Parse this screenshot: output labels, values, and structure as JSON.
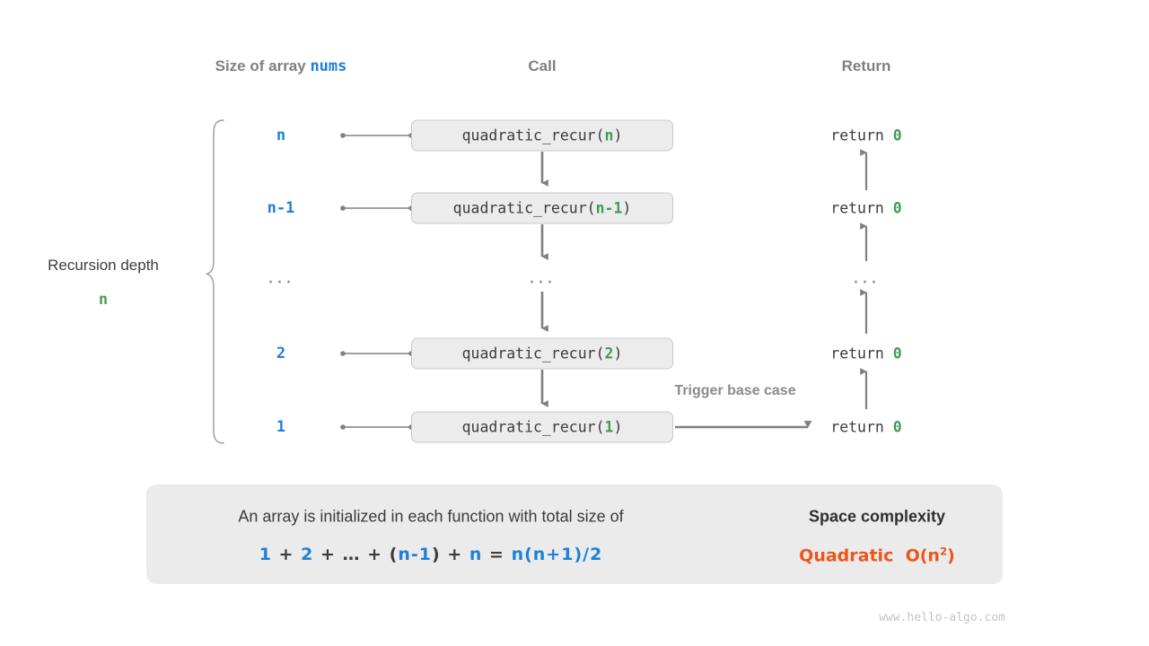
{
  "headers": {
    "size": {
      "prefix": "Size of array ",
      "mono": "nums"
    },
    "call": "Call",
    "ret": "Return"
  },
  "depth": {
    "label": "Recursion depth",
    "value": "n"
  },
  "rows": [
    {
      "size": "n",
      "call_prefix": "quadratic_recur(",
      "call_arg": "n",
      "call_suffix": ")",
      "ret_text": "return ",
      "ret_value": "0"
    },
    {
      "size": "n-1",
      "call_prefix": "quadratic_recur(",
      "call_arg": "n-1",
      "call_suffix": ")",
      "ret_text": "return ",
      "ret_value": "0"
    },
    {
      "size": "...",
      "call_prefix": "...",
      "call_arg": "",
      "call_suffix": "",
      "ret_text": "...",
      "ret_value": ""
    },
    {
      "size": "2",
      "call_prefix": "quadratic_recur(",
      "call_arg": "2",
      "call_suffix": ")",
      "ret_text": "return ",
      "ret_value": "0"
    },
    {
      "size": "1",
      "call_prefix": "quadratic_recur(",
      "call_arg": "1",
      "call_suffix": ")",
      "ret_text": "return ",
      "ret_value": "0"
    }
  ],
  "note": "Trigger base case",
  "panel": {
    "description": "An array is initialized in each function with total size of",
    "formula_plain": "1 + 2 + … + (n-1) + n = n(n+1)/2",
    "complexity_title": "Space complexity",
    "complexity_name": "Quadratic",
    "complexity_big_o_prefix": "O(n",
    "complexity_big_o_exp": "2",
    "complexity_big_o_suffix": ")"
  },
  "watermark": "www.hello-algo.com",
  "colors": {
    "blue": "#1f80d8",
    "green": "#3f9c54",
    "orange": "#f0541b",
    "gray_text": "#3c3c3c",
    "header_gray": "#7f7f7f",
    "box_fill": "#ececec",
    "box_border": "#c9c9c9",
    "panel_fill": "#ebebeb",
    "arrow_gray": "#808080",
    "block_arrow": "#c5c5c5",
    "watermark_gray": "#c4c4c4"
  }
}
